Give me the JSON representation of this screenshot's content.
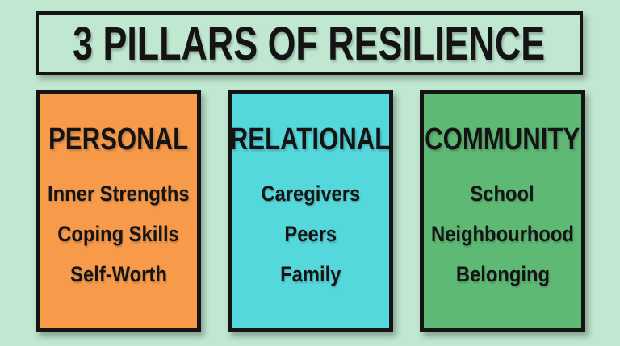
{
  "title": "3 PILLARS OF RESILIENCE",
  "colors": {
    "background": "#C0E8D0",
    "border": "#141414",
    "text": "#141414",
    "personal": "#F79B4B",
    "relational": "#55D8DC",
    "community": "#5EB975"
  },
  "pillars": [
    {
      "heading": "PERSONAL",
      "items": [
        "Inner Strengths",
        "Coping Skills",
        "Self-Worth"
      ]
    },
    {
      "heading": "RELATIONAL",
      "items": [
        "Caregivers",
        "Peers",
        "Family"
      ]
    },
    {
      "heading": "COMMUNITY",
      "items": [
        "School",
        "Neighbourhood",
        "Belonging"
      ]
    }
  ]
}
